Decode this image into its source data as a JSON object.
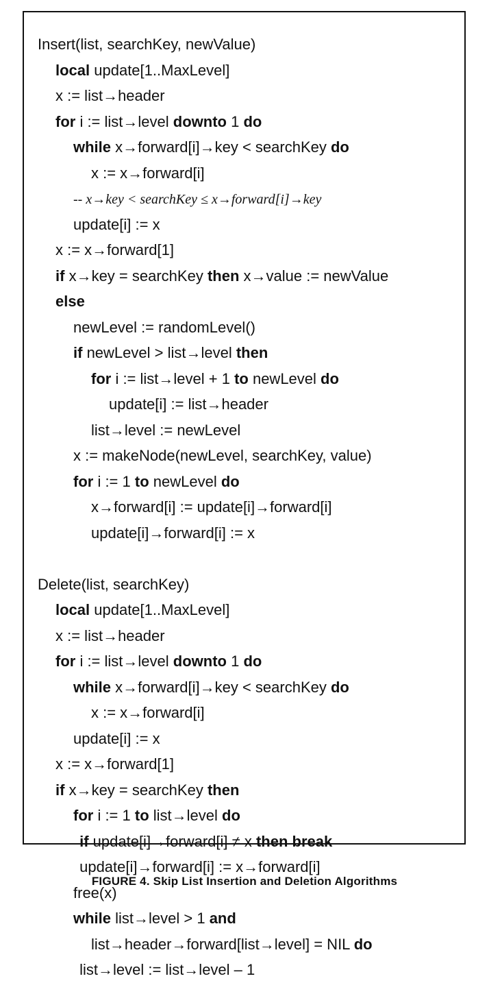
{
  "caption": "FIGURE 4.   Skip List Insertion and Deletion Algorithms",
  "lines": [
    {
      "indent": 0,
      "segs": [
        {
          "t": "Insert(list, searchKey, newValue)"
        }
      ]
    },
    {
      "indent": 1,
      "segs": [
        {
          "t": "local",
          "kw": true
        },
        {
          "t": " update[1..MaxLevel]"
        }
      ]
    },
    {
      "indent": 1,
      "segs": [
        {
          "t": "x := list→header"
        }
      ]
    },
    {
      "indent": 1,
      "segs": [
        {
          "t": "for",
          "kw": true
        },
        {
          "t": " i := list→level "
        },
        {
          "t": "downto",
          "kw": true
        },
        {
          "t": " 1 "
        },
        {
          "t": "do",
          "kw": true
        }
      ]
    },
    {
      "indent": 2,
      "segs": [
        {
          "t": "while",
          "kw": true
        },
        {
          "t": " x→forward[i]→key < searchKey "
        },
        {
          "t": "do",
          "kw": true
        }
      ]
    },
    {
      "indent": 3,
      "segs": [
        {
          "t": "x := x→forward[i]"
        }
      ]
    },
    {
      "indent": 2,
      "segs": [
        {
          "t": "-- x→key < searchKey ≤ x→forward[i]→key",
          "it": true
        }
      ]
    },
    {
      "indent": 2,
      "segs": [
        {
          "t": "update[i] := x"
        }
      ]
    },
    {
      "indent": 1,
      "segs": [
        {
          "t": "x := x→forward[1]"
        }
      ]
    },
    {
      "indent": 1,
      "segs": [
        {
          "t": "if",
          "kw": true
        },
        {
          "t": " x→key = searchKey "
        },
        {
          "t": "then",
          "kw": true
        },
        {
          "t": " x→value := newValue"
        }
      ]
    },
    {
      "indent": 1,
      "segs": [
        {
          "t": "else",
          "kw": true
        }
      ]
    },
    {
      "indent": 2,
      "segs": [
        {
          "t": "newLevel := randomLevel()"
        }
      ]
    },
    {
      "indent": 2,
      "segs": [
        {
          "t": "if",
          "kw": true
        },
        {
          "t": " newLevel > list→level "
        },
        {
          "t": "then",
          "kw": true
        }
      ]
    },
    {
      "indent": 3,
      "segs": [
        {
          "t": "for",
          "kw": true
        },
        {
          "t": " i := list→level + 1 "
        },
        {
          "t": "to",
          "kw": true
        },
        {
          "t": " newLevel "
        },
        {
          "t": "do",
          "kw": true
        }
      ]
    },
    {
      "indent": 4,
      "segs": [
        {
          "t": "update[i] := list→header"
        }
      ]
    },
    {
      "indent": 3,
      "segs": [
        {
          "t": "list→level := newLevel"
        }
      ]
    },
    {
      "indent": 2,
      "segs": [
        {
          "t": "x := makeNode(newLevel, searchKey, value)"
        }
      ]
    },
    {
      "indent": 2,
      "segs": [
        {
          "t": "for",
          "kw": true
        },
        {
          "t": " i := 1 "
        },
        {
          "t": "to",
          "kw": true
        },
        {
          "t": " newLevel "
        },
        {
          "t": "do",
          "kw": true
        }
      ]
    },
    {
      "indent": 3,
      "segs": [
        {
          "t": "x→forward[i] := update[i]→forward[i]"
        }
      ]
    },
    {
      "indent": 3,
      "segs": [
        {
          "t": "update[i]→forward[i] := x"
        }
      ]
    },
    {
      "indent": 0,
      "gap": true,
      "segs": []
    },
    {
      "indent": 0,
      "segs": [
        {
          "t": "Delete(list, searchKey)"
        }
      ]
    },
    {
      "indent": 1,
      "segs": [
        {
          "t": "local",
          "kw": true
        },
        {
          "t": " update[1..MaxLevel]"
        }
      ]
    },
    {
      "indent": 1,
      "segs": [
        {
          "t": "x := list→header"
        }
      ]
    },
    {
      "indent": 1,
      "segs": [
        {
          "t": "for",
          "kw": true
        },
        {
          "t": " i := list→level "
        },
        {
          "t": "downto",
          "kw": true
        },
        {
          "t": " 1 "
        },
        {
          "t": "do",
          "kw": true
        }
      ]
    },
    {
      "indent": 2,
      "segs": [
        {
          "t": "while",
          "kw": true
        },
        {
          "t": " x→forward[i]→key < searchKey "
        },
        {
          "t": "do",
          "kw": true
        }
      ]
    },
    {
      "indent": 3,
      "segs": [
        {
          "t": "x := x→forward[i]"
        }
      ]
    },
    {
      "indent": 2,
      "segs": [
        {
          "t": "update[i] := x"
        }
      ]
    },
    {
      "indent": 1,
      "segs": [
        {
          "t": "x := x→forward[1]"
        }
      ]
    },
    {
      "indent": 1,
      "segs": [
        {
          "t": "if",
          "kw": true
        },
        {
          "t": " x→key = searchKey "
        },
        {
          "t": "then",
          "kw": true
        }
      ]
    },
    {
      "indent": 2,
      "segs": [
        {
          "t": "for",
          "kw": true
        },
        {
          "t": " i := 1 "
        },
        {
          "t": "to",
          "kw": true
        },
        {
          "t": " list→level "
        },
        {
          "t": "do",
          "kw": true
        }
      ]
    },
    {
      "indent": 2.35,
      "segs": [
        {
          "t": "if",
          "kw": true
        },
        {
          "t": " update[i]→forward[i] ≠ x "
        },
        {
          "t": "then break",
          "kw": true
        }
      ]
    },
    {
      "indent": 2.35,
      "segs": [
        {
          "t": "update[i]→forward[i] := x→forward[i]"
        }
      ]
    },
    {
      "indent": 2,
      "segs": [
        {
          "t": "free(x)"
        }
      ]
    },
    {
      "indent": 2,
      "segs": [
        {
          "t": "while",
          "kw": true
        },
        {
          "t": " list→level > 1 "
        },
        {
          "t": "and",
          "kw": true
        }
      ]
    },
    {
      "indent": 3,
      "segs": [
        {
          "t": "list→header→forward[list→level] = NIL "
        },
        {
          "t": "do",
          "kw": true
        }
      ]
    },
    {
      "indent": 2.35,
      "segs": [
        {
          "t": "list→level := list→level – 1"
        }
      ]
    }
  ]
}
